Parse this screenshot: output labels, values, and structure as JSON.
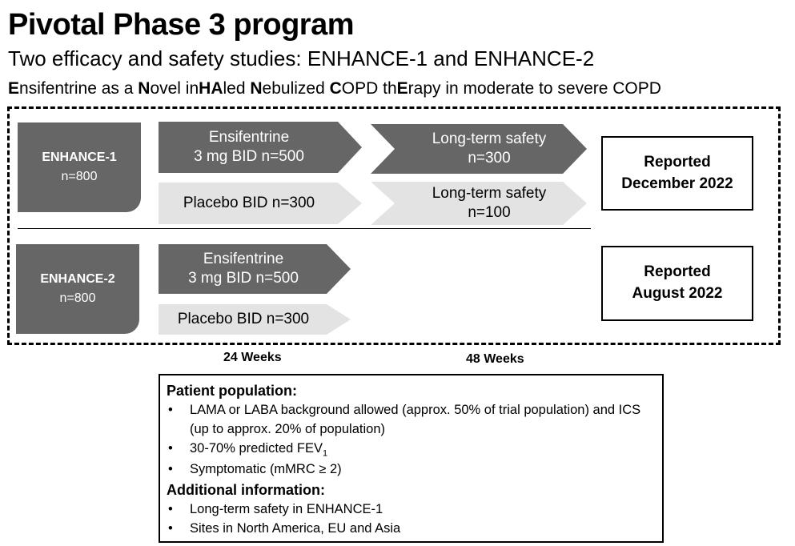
{
  "title": "Pivotal Phase 3 program",
  "subtitle": "Two efficacy and safety studies: ENHANCE-1 and ENHANCE-2",
  "acronym_line": [
    {
      "text": "E",
      "bold": true
    },
    {
      "text": "nsifentrine as a ",
      "bold": false
    },
    {
      "text": "N",
      "bold": true
    },
    {
      "text": "ovel in",
      "bold": false
    },
    {
      "text": "HA",
      "bold": true
    },
    {
      "text": "led ",
      "bold": false
    },
    {
      "text": "N",
      "bold": true
    },
    {
      "text": "ebulized ",
      "bold": false
    },
    {
      "text": "C",
      "bold": true
    },
    {
      "text": "OPD th",
      "bold": false
    },
    {
      "text": "E",
      "bold": true
    },
    {
      "text": "rapy in moderate to severe COPD",
      "bold": false
    }
  ],
  "studies": [
    {
      "name": "ENHANCE-1",
      "n": "n=800",
      "arm1": {
        "line1": "Ensifentrine",
        "line2": "3 mg BID  n=500"
      },
      "arm1_extension": {
        "line1": "Long-term safety",
        "line2": "n=300"
      },
      "arm2": {
        "line1": "Placebo BID n=300"
      },
      "arm2_extension": {
        "line1": "Long-term safety",
        "line2": "n=100"
      },
      "reported": {
        "line1": "Reported",
        "line2": "December 2022"
      }
    },
    {
      "name": "ENHANCE-2",
      "n": "n=800",
      "arm1": {
        "line1": "Ensifentrine",
        "line2": "3 mg BID n=500"
      },
      "arm2": {
        "line1": "Placebo BID n=300"
      },
      "reported": {
        "line1": "Reported",
        "line2": "August 2022"
      }
    }
  ],
  "timeline": {
    "week24": "24 Weeks",
    "week48": "48 Weeks"
  },
  "patient_population": {
    "heading": "Patient population:",
    "items": [
      "LAMA or LABA background allowed (approx. 50% of trial population) and ICS (up to approx. 20% of population)",
      {
        "text": "30-70% predicted FEV",
        "sub": "1"
      },
      "Symptomatic (mMRC ≥ 2)"
    ]
  },
  "additional_information": {
    "heading": "Additional information:",
    "items": [
      "Long-term safety in ENHANCE-1",
      "Sites in North America, EU and Asia"
    ]
  },
  "colors": {
    "dark_arm": "#666666",
    "light_arm": "#e3e3e3",
    "border": "#000000"
  }
}
